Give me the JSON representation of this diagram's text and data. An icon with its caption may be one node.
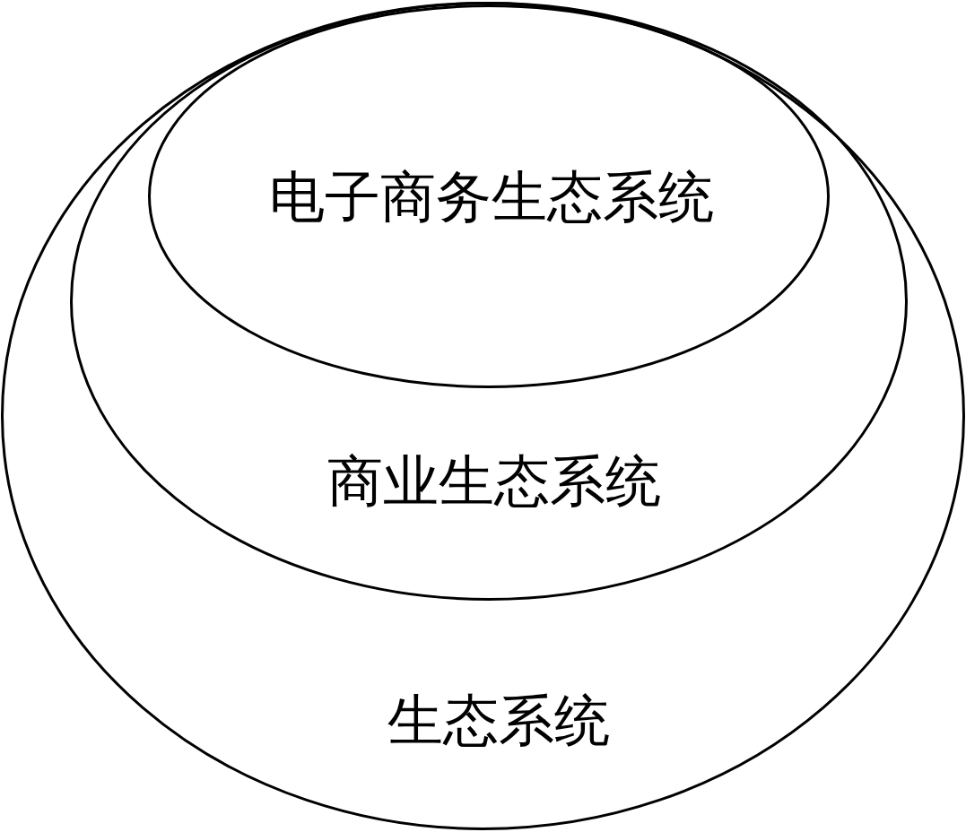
{
  "diagram": {
    "nodes": [
      {
        "text": [
          "生态系统"
        ]
      },
      {
        "text": [
          "商业生态系统"
        ],
        "in": 0
      },
      {
        "text": [
          "电子商务生态系统"
        ],
        "in": 1
      }
    ]
  }
}
